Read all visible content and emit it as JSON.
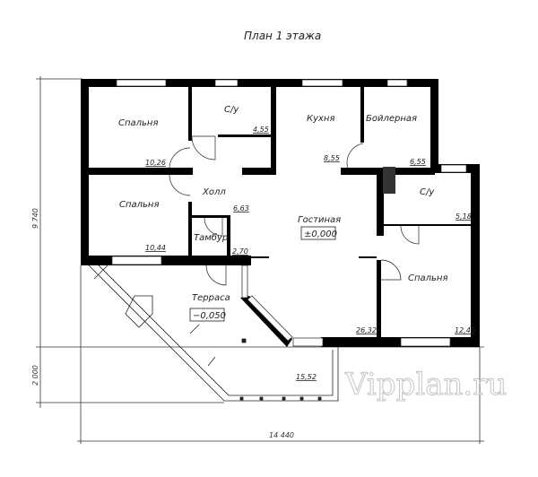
{
  "title": "План 1 этажа",
  "watermark": "Vipplan.ru",
  "rooms": [
    {
      "name": "Спальня",
      "area": "10,26"
    },
    {
      "name": "С/у",
      "area": "4,55"
    },
    {
      "name": "Кухня",
      "area": "8,55"
    },
    {
      "name": "Бойлерная",
      "area": "6,55"
    },
    {
      "name": "Спальня",
      "area": "10,44"
    },
    {
      "name": "Холл",
      "area": "6,63"
    },
    {
      "name": "Тамбур",
      "area": "2,70"
    },
    {
      "name": "Гостиная",
      "area": "26,32"
    },
    {
      "name": "С/у",
      "area": "5,18"
    },
    {
      "name": "Спальня",
      "area": "12,40"
    },
    {
      "name": "Терраса",
      "area": "15,52"
    }
  ],
  "levels": {
    "living": "±0,000",
    "terrace": "−0,050"
  },
  "dimensions": {
    "height_main": "9 740",
    "height_terrace": "2 000",
    "width": "14 440"
  }
}
